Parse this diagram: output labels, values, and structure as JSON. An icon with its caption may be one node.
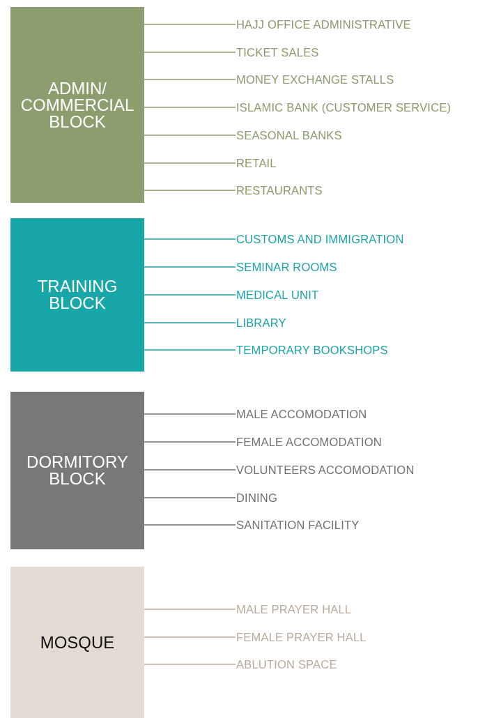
{
  "diagram": {
    "nodes": [
      {
        "text": [
          "ADMIN/ COMMERCIAL BLOCK"
        ]
      },
      {
        "text": [
          "HAJJ OFFICE ADMINISTRATIVE"
        ]
      },
      {
        "text": [
          "TICKET SALES"
        ]
      },
      {
        "text": [
          "MONEY EXCHANGE STALLS"
        ]
      },
      {
        "text": [
          "ISLAMIC BANK (CUSTOMER SERVICE)"
        ]
      },
      {
        "text": [
          "SEASONAL BANKS"
        ]
      },
      {
        "text": [
          "RETAIL"
        ]
      },
      {
        "text": [
          "RESTAURANTS"
        ]
      },
      {
        "text": [
          "TRAINING BLOCK"
        ]
      },
      {
        "text": [
          "CUSTOMS AND IMMIGRATION"
        ]
      },
      {
        "text": [
          "SEMINAR ROOMS"
        ]
      },
      {
        "text": [
          "MEDICAL UNIT"
        ]
      },
      {
        "text": [
          "LIBRARY"
        ]
      },
      {
        "text": [
          "TEMPORARY BOOKSHOPS"
        ]
      },
      {
        "text": [
          "DORMITORY BLOCK"
        ]
      },
      {
        "text": [
          "MALE ACCOMODATION"
        ]
      },
      {
        "text": [
          "FEMALE ACCOMODATION"
        ]
      },
      {
        "text": [
          "VOLUNTEERS ACCOMODATION"
        ]
      },
      {
        "text": [
          "DINING"
        ]
      },
      {
        "text": [
          "SANITATION FACILITY"
        ]
      },
      {
        "text": [
          "MOSQUE"
        ]
      },
      {
        "text": [
          "MALE PRAYER HALL"
        ]
      },
      {
        "text": [
          "FEMALE PRAYER HALL"
        ]
      },
      {
        "text": [
          "ABLUTION SPACE"
        ]
      }
    ],
    "edges": [
      {
        "from": 0,
        "to": 1,
        "arrow": "none",
        "color": "#8a9a6a"
      },
      {
        "from": 0,
        "to": 2,
        "arrow": "none",
        "color": "#8a9a6a"
      },
      {
        "from": 0,
        "to": 3,
        "arrow": "none",
        "color": "#8a9a6a"
      },
      {
        "from": 0,
        "to": 4,
        "arrow": "none",
        "color": "#8a9a6a"
      },
      {
        "from": 0,
        "to": 5,
        "arrow": "none",
        "color": "#8a9a6a"
      },
      {
        "from": 0,
        "to": 6,
        "arrow": "none",
        "color": "#8a9a6a"
      },
      {
        "from": 0,
        "to": 7,
        "arrow": "none",
        "color": "#8a9a6a"
      },
      {
        "from": 8,
        "to": 9,
        "arrow": "none",
        "color": "#1aa3a8"
      },
      {
        "from": 8,
        "to": 10,
        "arrow": "none",
        "color": "#1aa3a8"
      },
      {
        "from": 8,
        "to": 11,
        "arrow": "none",
        "color": "#1aa3a8"
      },
      {
        "from": 8,
        "to": 12,
        "arrow": "none",
        "color": "#1aa3a8"
      },
      {
        "from": 8,
        "to": 13,
        "arrow": "none",
        "color": "#1aa3a8"
      },
      {
        "from": 14,
        "to": 15,
        "arrow": "none",
        "color": "#6f7072"
      },
      {
        "from": 14,
        "to": 16,
        "arrow": "none",
        "color": "#6f7072"
      },
      {
        "from": 14,
        "to": 17,
        "arrow": "none",
        "color": "#6f7072"
      },
      {
        "from": 14,
        "to": 18,
        "arrow": "none",
        "color": "#6f7072"
      },
      {
        "from": 14,
        "to": 19,
        "arrow": "none",
        "color": "#6f7072"
      },
      {
        "from": 20,
        "to": 21,
        "arrow": "none",
        "color": "#b9ab9b"
      },
      {
        "from": 20,
        "to": 22,
        "arrow": "none",
        "color": "#b9ab9b"
      },
      {
        "from": 20,
        "to": 23,
        "arrow": "none",
        "color": "#b9ab9b"
      }
    ]
  }
}
